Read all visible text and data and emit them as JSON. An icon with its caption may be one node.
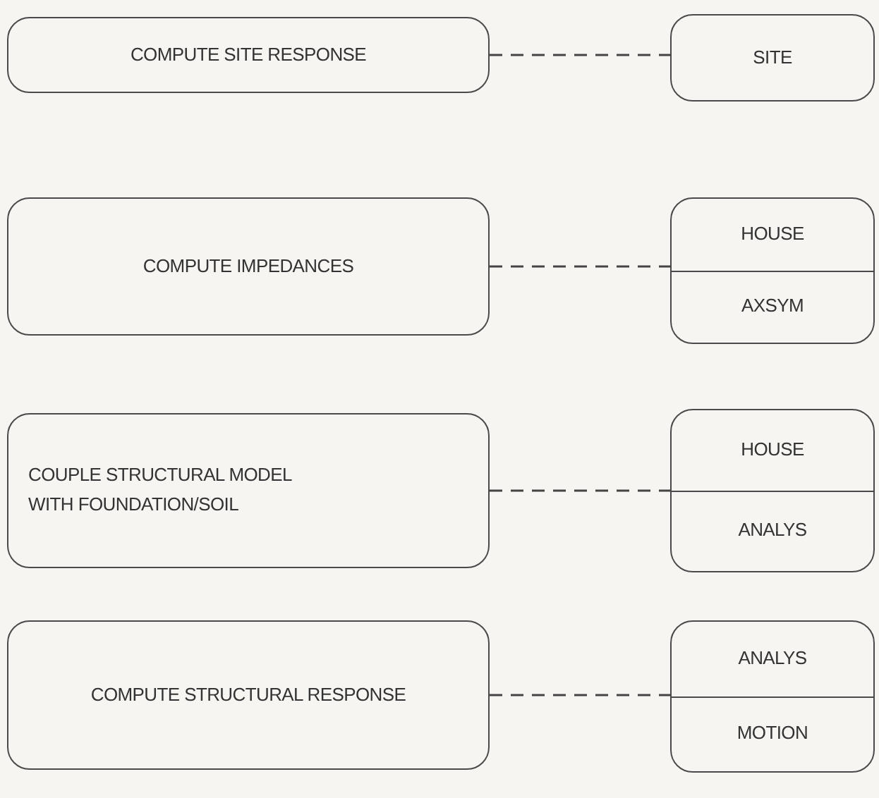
{
  "diagram": {
    "nodes": [
      {
        "text": [
          "COMPUTE SITE RESPONSE"
        ]
      },
      {
        "text": [
          "SITE"
        ]
      },
      {
        "text": [
          "COMPUTE IMPEDANCES"
        ]
      },
      {
        "text": [
          "HOUSE",
          "AXSYM"
        ]
      },
      {
        "text": [
          "COUPLE STRUCTURAL MODEL WITH FOUNDATION/SOIL"
        ]
      },
      {
        "text": [
          "HOUSE",
          "ANALYS"
        ]
      },
      {
        "text": [
          "COMPUTE STRUCTURAL RESPONSE"
        ]
      },
      {
        "text": [
          "ANALYS",
          "MOTION"
        ]
      }
    ],
    "edges": [
      {
        "from": 0,
        "to": 1,
        "arrow": "none",
        "style": "dashed"
      },
      {
        "from": 2,
        "to": 3,
        "arrow": "none",
        "style": "dashed"
      },
      {
        "from": 4,
        "to": 5,
        "arrow": "none",
        "style": "dashed"
      },
      {
        "from": 6,
        "to": 7,
        "arrow": "none",
        "style": "dashed"
      }
    ]
  }
}
